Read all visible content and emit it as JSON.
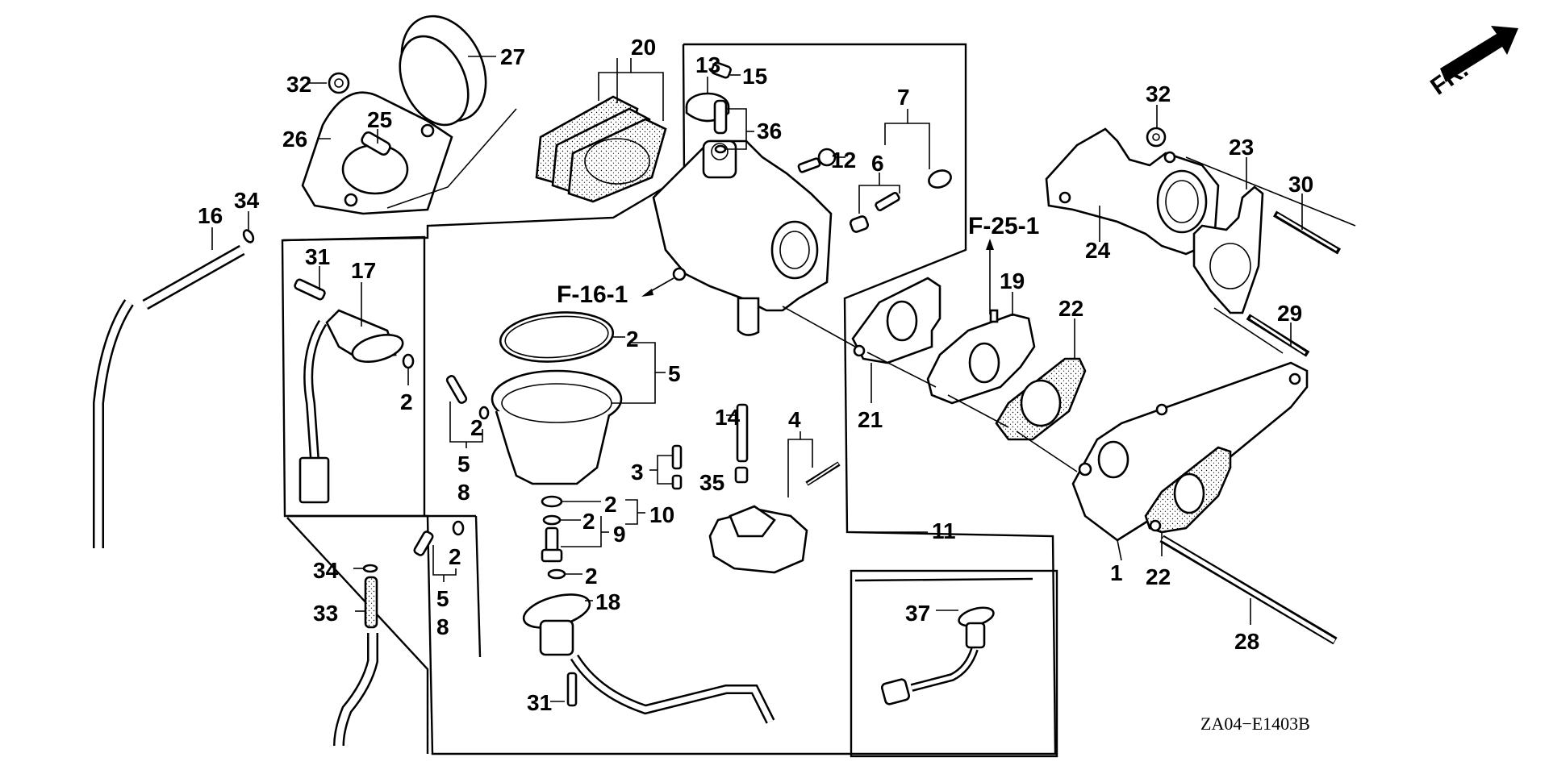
{
  "diagram": {
    "title": "Carburetor exploded parts diagram",
    "drawing_code": "ZA04−E1403B",
    "direction_label": "FR.",
    "cross_refs": [
      {
        "id": "f16",
        "label": "F-16-1"
      },
      {
        "id": "f25",
        "label": "F-25-1"
      }
    ],
    "callouts": {
      "c1": "1",
      "c2a": "2",
      "c2b": "2",
      "c2c": "2",
      "c2d": "2",
      "c2e": "2",
      "c2f": "2",
      "c2g": "2",
      "c3": "3",
      "c4": "4",
      "c5a": "5",
      "c5b": "5",
      "c5c": "5",
      "c6": "6",
      "c7": "7",
      "c8a": "8",
      "c8b": "8",
      "c9": "9",
      "c10": "10",
      "c11": "11",
      "c12": "12",
      "c13": "13",
      "c14": "14",
      "c15": "15",
      "c16": "16",
      "c17": "17",
      "c18": "18",
      "c19": "19",
      "c20": "20",
      "c21": "21",
      "c22a": "22",
      "c22b": "22",
      "c23": "23",
      "c24": "24",
      "c25": "25",
      "c26": "26",
      "c27": "27",
      "c28": "28",
      "c29": "29",
      "c30": "30",
      "c31a": "31",
      "c31b": "31",
      "c32a": "32",
      "c32b": "32",
      "c33": "33",
      "c34a": "34",
      "c34b": "34",
      "c35": "35",
      "c36": "36",
      "c37": "37"
    }
  }
}
